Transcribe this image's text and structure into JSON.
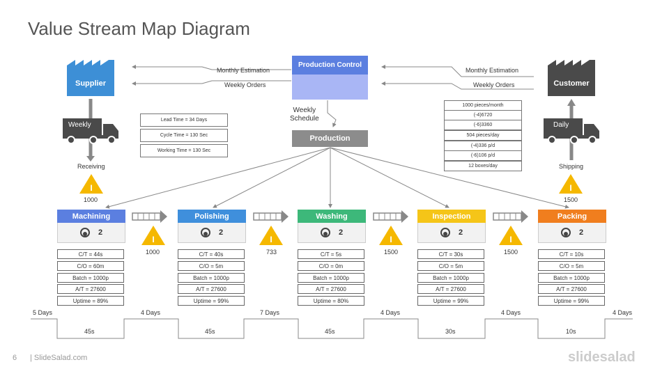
{
  "title": "Value Stream Map Diagram",
  "supplier": {
    "label": "Supplier",
    "truck": "Weekly",
    "receiving": "Receiving",
    "inventory": "1000"
  },
  "customer": {
    "label": "Customer",
    "truck": "Daily",
    "shipping": "Shipping",
    "inventory": "1500"
  },
  "production_control": {
    "label": "Production Control"
  },
  "production": {
    "label": "Production"
  },
  "weekly_schedule": "Weekly\nSchedule",
  "flows": {
    "left_monthly": "Monthly  Estimation",
    "left_weekly": "Weekly Orders",
    "right_monthly": "Monthly  Estimation",
    "right_weekly": "Weekly Orders"
  },
  "metrics": [
    "Lead Time = 34 Days",
    "Cycle Time = 130 Sec",
    "Working Time = 130 Sec"
  ],
  "customer_requirements": [
    "1000 pieces/month",
    "(-4)6720",
    "(-6)3360",
    "504 pieces/day",
    "(-4)336 p/d",
    "(-6)106 p/d",
    "12 boxes/day"
  ],
  "processes": [
    {
      "name": "Machining",
      "color": "#5b7fe0",
      "operators": "2",
      "data": [
        "C/T = 44s",
        "C/O = 60m",
        "Batch = 1000p",
        "A/T = 27600",
        "Uptime  = 89%"
      ]
    },
    {
      "name": "Polishing",
      "color": "#3f8fdc",
      "operators": "2",
      "data": [
        "C/T = 40s",
        "C/O = 5m",
        "Batch = 1000p",
        "A/T = 27600",
        "Uptime  = 99%"
      ]
    },
    {
      "name": "Washing",
      "color": "#3db87a",
      "operators": "2",
      "data": [
        "C/T = 5s",
        "C/O = 0m",
        "Batch = 1000p",
        "A/T = 27600",
        "Uptime  = 80%"
      ]
    },
    {
      "name": "Inspection",
      "color": "#f5c518",
      "operators": "2",
      "data": [
        "C/T = 30s",
        "C/O = 5m",
        "Batch = 1000p",
        "A/T = 27600",
        "Uptime  = 99%"
      ]
    },
    {
      "name": "Packing",
      "color": "#f07e1e",
      "operators": "2",
      "data": [
        "C/T = 10s",
        "C/O = 5m",
        "Batch = 1000p",
        "A/T = 27600",
        "Uptime  = 99%"
      ]
    }
  ],
  "inventories": [
    "1000",
    "733",
    "1500",
    "1500"
  ],
  "timeline": {
    "days": [
      "5 Days",
      "4 Days",
      "7 Days",
      "4 Days",
      "4 Days",
      "4 Days"
    ],
    "times": [
      "45s",
      "45s",
      "45s",
      "30s",
      "10s"
    ]
  },
  "footer": {
    "page": "6",
    "site": "| SlideSalad.com",
    "logo": "slidesalad"
  },
  "colors": {
    "supplier": "#3d8fd6",
    "customer": "#4a4a4a",
    "production_control": "#5b7fe0",
    "production": "#8c8c8c",
    "warning": "#f5b800"
  }
}
